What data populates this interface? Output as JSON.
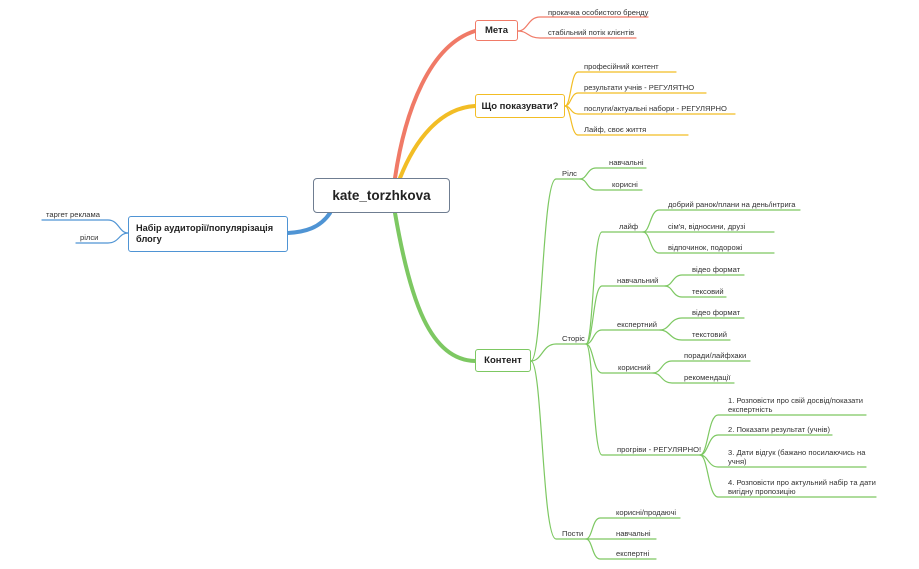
{
  "mindmap": {
    "central": "kate_torzhkova",
    "meta": {
      "label": "Мета",
      "items": [
        "прокачка особистого бренду",
        "стабільний потік клієнтів"
      ]
    },
    "show": {
      "label": "Що показувати?",
      "items": [
        "професійний контент",
        "результати учнів - РЕГУЛЯТНО",
        "послуги/актуальні набори - РЕГУЛЯРНО",
        "Лайф, своє життя"
      ]
    },
    "audience": {
      "label": "Набір аудиторії/популярізація блогу",
      "items": [
        "таргет реклама",
        "рілси"
      ]
    },
    "content": {
      "label": "Контент",
      "reels": {
        "label": "Рілс",
        "items": [
          "навчальні",
          "корисні"
        ]
      },
      "stories": {
        "label": "Сторіс",
        "life": {
          "label": "лайф",
          "items": [
            "добрий ранок/плани на день/інтрига",
            "сім'я, відносини, друзі",
            "відпочинок, подорожі"
          ]
        },
        "educational": {
          "label": "навчальний",
          "items": [
            "відео формат",
            "тексовий"
          ]
        },
        "expert": {
          "label": "експертний",
          "items": [
            "відео формат",
            "текстовий"
          ]
        },
        "useful": {
          "label": "корисний",
          "items": [
            "поради/лайфхаки",
            "рекомендації"
          ]
        },
        "warmups": {
          "label": "прогріви - РЕГУЛЯРНО!",
          "items": [
            "1. Розповісти про свій досвід/показати експертність",
            "2. Показати результат (учнів)",
            "3. Дати відгук (бажано посилаючись на учня)",
            "4. Розповісти про актульний набір та дати вигідну пропозицію"
          ]
        }
      },
      "posts": {
        "label": "Пости",
        "items": [
          "корисні/продаючі",
          "навчальні",
          "експертні"
        ]
      }
    }
  },
  "colors": {
    "central_border": "#6f7d91",
    "meta": "#f07a67",
    "show": "#f2bd25",
    "content": "#7dc862",
    "audience": "#4f94d4"
  }
}
